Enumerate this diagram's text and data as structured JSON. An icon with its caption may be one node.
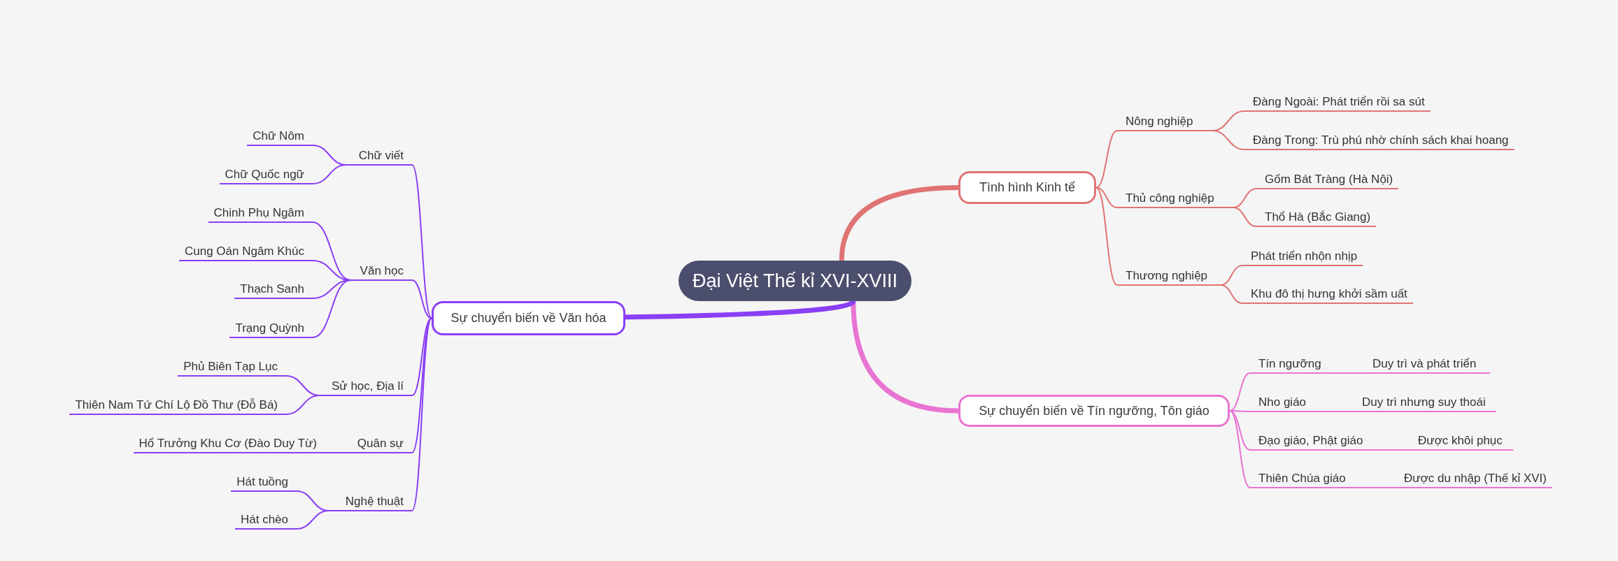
{
  "diagram": {
    "nodes": [
      {
        "text": [
          "Đại Việt Thế kỉ XVI-XVIII"
        ]
      },
      {
        "text": [
          "Tình hình Kinh tế"
        ]
      },
      {
        "text": [
          "Nông nghiệp"
        ]
      },
      {
        "text": [
          "Đàng Ngoài: Phát triển rồi sa sút"
        ]
      },
      {
        "text": [
          "Đàng Trong: Trù phú nhờ chính sách khai hoang"
        ]
      },
      {
        "text": [
          "Thủ công nghiệp"
        ]
      },
      {
        "text": [
          "Gốm Bát Tràng (Hà Nội)"
        ]
      },
      {
        "text": [
          "Thổ Hà (Bắc Giang)"
        ]
      },
      {
        "text": [
          "Thương nghiệp"
        ]
      },
      {
        "text": [
          "Phát triển nhộn nhịp"
        ]
      },
      {
        "text": [
          "Khu đô thị hưng khởi sầm uất"
        ]
      },
      {
        "text": [
          "Sự chuyển biến về Tín ngưỡng, Tôn giáo"
        ]
      },
      {
        "text": [
          "Tín ngưỡng"
        ]
      },
      {
        "text": [
          "Duy trì và phát triển"
        ]
      },
      {
        "text": [
          "Nho giáo"
        ]
      },
      {
        "text": [
          "Duy trì nhưng suy thoái"
        ]
      },
      {
        "text": [
          "Đạo giáo, Phật giáo"
        ]
      },
      {
        "text": [
          "Được khôi phục"
        ]
      },
      {
        "text": [
          "Thiên Chúa giáo"
        ]
      },
      {
        "text": [
          "Được du nhập (Thế kỉ XVI)"
        ]
      },
      {
        "text": [
          "Sự chuyển biến về Văn hóa"
        ]
      },
      {
        "text": [
          "Chữ viết"
        ]
      },
      {
        "text": [
          "Chữ Nôm"
        ]
      },
      {
        "text": [
          "Chữ Quốc ngữ"
        ]
      },
      {
        "text": [
          "Văn học"
        ]
      },
      {
        "text": [
          "Chinh Phụ Ngâm"
        ]
      },
      {
        "text": [
          "Cung Oán Ngâm Khúc"
        ]
      },
      {
        "text": [
          "Thạch Sanh"
        ]
      },
      {
        "text": [
          "Trạng Quỳnh"
        ]
      },
      {
        "text": [
          "Sử học, Địa lí"
        ]
      },
      {
        "text": [
          "Phủ Biên Tạp Lục"
        ]
      },
      {
        "text": [
          "Thiên Nam Tứ Chí Lộ Đồ Thư (Đỗ Bá)"
        ]
      },
      {
        "text": [
          "Quân sự"
        ]
      },
      {
        "text": [
          "Hổ Trưởng Khu Cơ (Đào Duy Từ)"
        ]
      },
      {
        "text": [
          "Nghệ thuật"
        ]
      },
      {
        "text": [
          "Hát tuồng"
        ]
      },
      {
        "text": [
          "Hát chèo"
        ]
      }
    ],
    "edges": [
      {
        "from": 0,
        "to": 1,
        "arrow": "none",
        "style": "thick",
        "color": "#e07474"
      },
      {
        "from": 1,
        "to": 2,
        "arrow": "none",
        "color": "#e07474"
      },
      {
        "from": 2,
        "to": 3,
        "arrow": "none",
        "color": "#e07474"
      },
      {
        "from": 2,
        "to": 4,
        "arrow": "none",
        "color": "#e07474"
      },
      {
        "from": 1,
        "to": 5,
        "arrow": "none",
        "color": "#e07474"
      },
      {
        "from": 5,
        "to": 6,
        "arrow": "none",
        "color": "#e07474"
      },
      {
        "from": 5,
        "to": 7,
        "arrow": "none",
        "color": "#e07474"
      },
      {
        "from": 1,
        "to": 8,
        "arrow": "none",
        "color": "#e07474"
      },
      {
        "from": 8,
        "to": 9,
        "arrow": "none",
        "color": "#e07474"
      },
      {
        "from": 8,
        "to": 10,
        "arrow": "none",
        "color": "#e07474"
      },
      {
        "from": 0,
        "to": 11,
        "arrow": "none",
        "style": "thick",
        "color": "#e874d2"
      },
      {
        "from": 11,
        "to": 12,
        "arrow": "none",
        "color": "#e874d2"
      },
      {
        "from": 12,
        "to": 13,
        "arrow": "none",
        "color": "#e874d2"
      },
      {
        "from": 11,
        "to": 14,
        "arrow": "none",
        "color": "#e874d2"
      },
      {
        "from": 14,
        "to": 15,
        "arrow": "none",
        "color": "#e874d2"
      },
      {
        "from": 11,
        "to": 16,
        "arrow": "none",
        "color": "#e874d2"
      },
      {
        "from": 16,
        "to": 17,
        "arrow": "none",
        "color": "#e874d2"
      },
      {
        "from": 11,
        "to": 18,
        "arrow": "none",
        "color": "#e874d2"
      },
      {
        "from": 18,
        "to": 19,
        "arrow": "none",
        "color": "#e874d2"
      },
      {
        "from": 0,
        "to": 20,
        "arrow": "none",
        "style": "thick"
      },
      {
        "from": 20,
        "to": 21,
        "arrow": "none"
      },
      {
        "from": 21,
        "to": 22,
        "arrow": "none"
      },
      {
        "from": 21,
        "to": 23,
        "arrow": "none"
      },
      {
        "from": 20,
        "to": 24,
        "arrow": "none"
      },
      {
        "from": 24,
        "to": 25,
        "arrow": "none"
      },
      {
        "from": 24,
        "to": 26,
        "arrow": "none"
      },
      {
        "from": 24,
        "to": 27,
        "arrow": "none"
      },
      {
        "from": 24,
        "to": 28,
        "arrow": "none"
      },
      {
        "from": 20,
        "to": 29,
        "arrow": "none"
      },
      {
        "from": 29,
        "to": 30,
        "arrow": "none"
      },
      {
        "from": 29,
        "to": 31,
        "arrow": "none"
      },
      {
        "from": 20,
        "to": 32,
        "arrow": "none"
      },
      {
        "from": 32,
        "to": 33,
        "arrow": "none"
      },
      {
        "from": 20,
        "to": 34,
        "arrow": "none"
      },
      {
        "from": 34,
        "to": 35,
        "arrow": "none"
      },
      {
        "from": 34,
        "to": 36,
        "arrow": "none"
      }
    ]
  }
}
